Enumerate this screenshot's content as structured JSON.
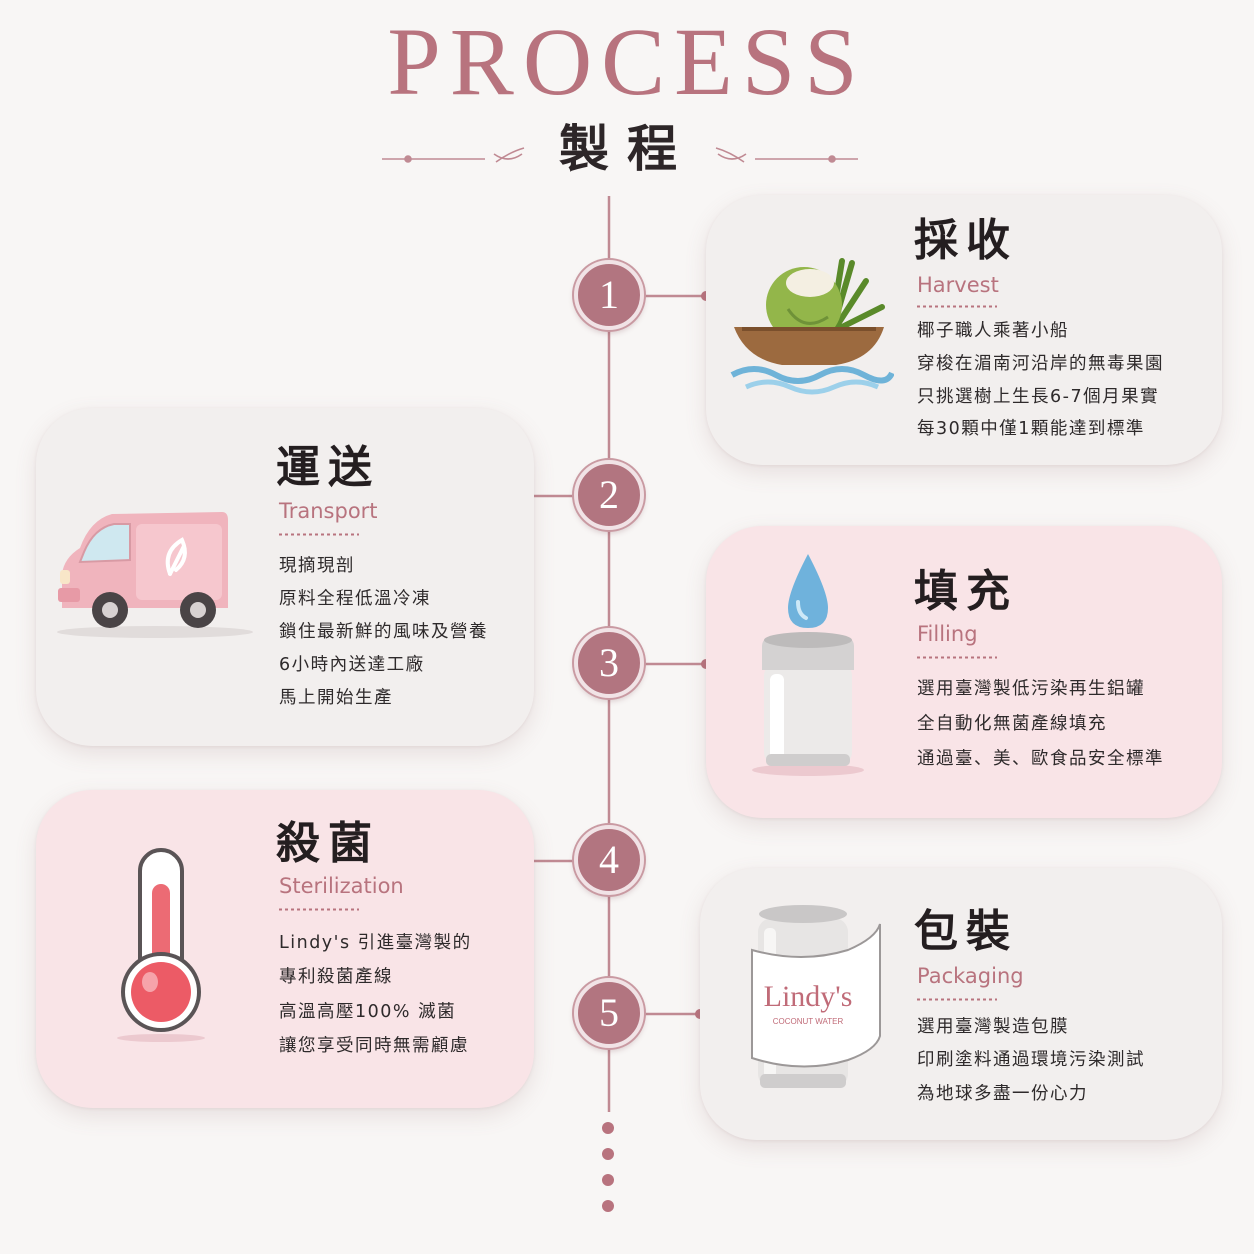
{
  "header": {
    "title_en": "PROCESS",
    "title_zh": "製程"
  },
  "steps": [
    {
      "number": "1",
      "title_zh": "採收",
      "title_en": "Harvest",
      "lines": [
        "椰子職人乘著小船",
        "穿梭在湄南河沿岸的無毒果園",
        "只挑選樹上生長6-7個月果實",
        "每30顆中僅1顆能達到標準"
      ],
      "icon": "coconut-boat-icon"
    },
    {
      "number": "2",
      "title_zh": "運送",
      "title_en": "Transport",
      "lines": [
        "現摘現剖",
        "原料全程低溫冷凍",
        "鎖住最新鮮的風味及營養",
        "6小時內送達工廠",
        "馬上開始生產"
      ],
      "icon": "delivery-van-icon"
    },
    {
      "number": "3",
      "title_zh": "填充",
      "title_en": "Filling",
      "lines": [
        "選用臺灣製低污染再生鋁罐",
        "全自動化無菌產線填充",
        "通過臺、美、歐食品安全標準"
      ],
      "icon": "water-drop-can-icon"
    },
    {
      "number": "4",
      "title_zh": "殺菌",
      "title_en": "Sterilization",
      "lines": [
        "Lindy's 引進臺灣製的",
        "專利殺菌產線",
        "高溫高壓100% 滅菌",
        "讓您享受同時無需顧慮"
      ],
      "icon": "thermometer-icon"
    },
    {
      "number": "5",
      "title_zh": "包裝",
      "title_en": "Packaging",
      "lines": [
        "選用臺灣製造包膜",
        "印刷塗料通過環境污染測試",
        "為地球多盡一份心力"
      ],
      "icon": "labeled-can-icon",
      "can_label": "Lindy's",
      "can_sublabel": "COCONUT WATER"
    }
  ],
  "colors": {
    "accent": "#b8737e",
    "node": "#b27580",
    "card_grey": "#f2efee",
    "card_pink": "#f9e4e7"
  }
}
